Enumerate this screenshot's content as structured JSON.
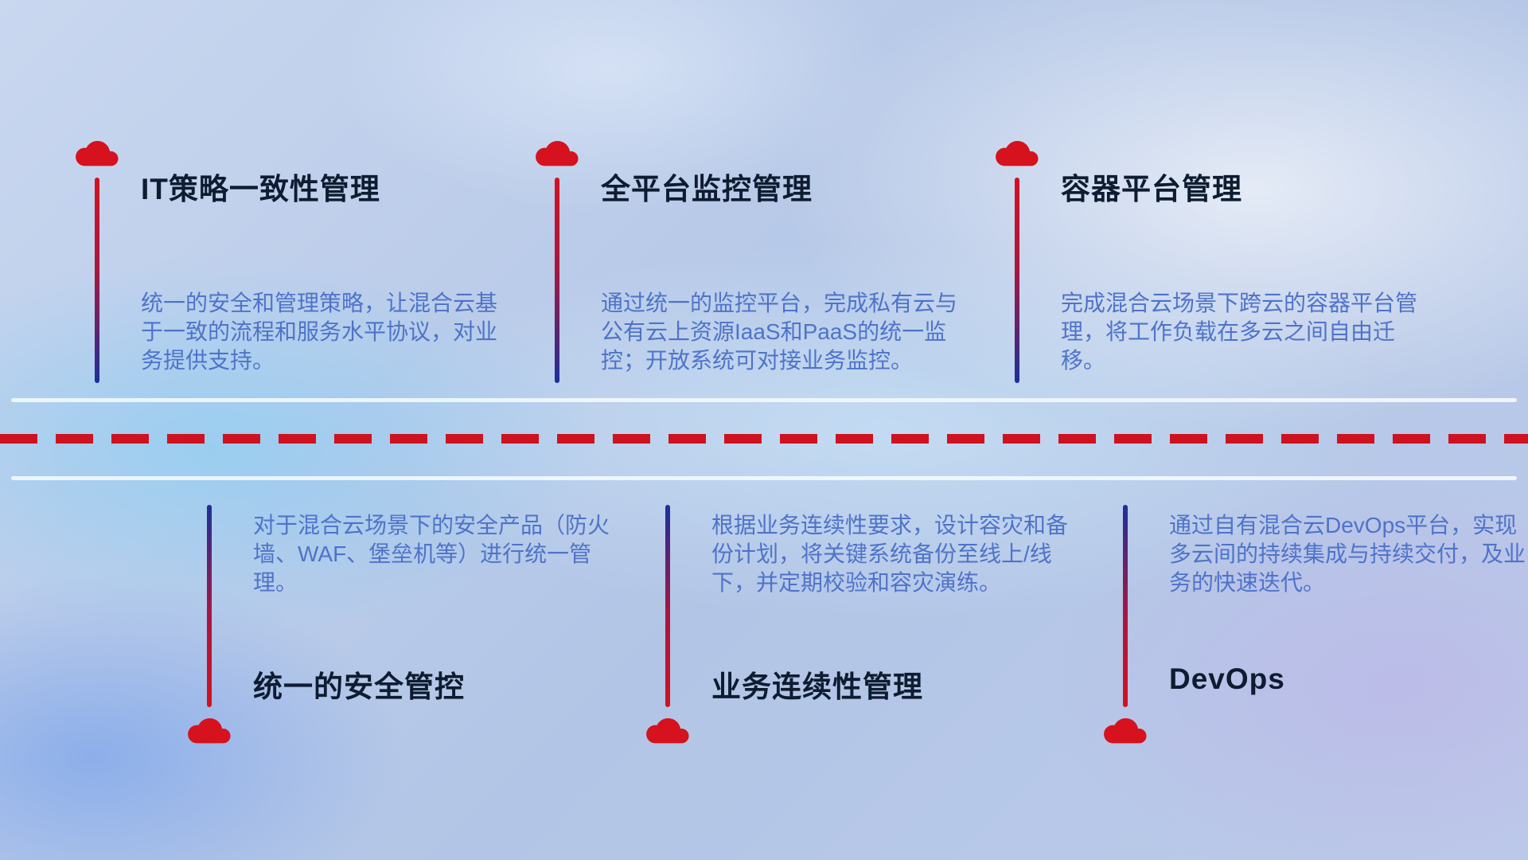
{
  "colors": {
    "cloud_red": "#d5121e",
    "dash_red": "#ce1220",
    "stem_blue": "#1d2f9b",
    "title_text": "#0e1c31",
    "description_text": "#4f73c9",
    "solid_line": "#f2f8fe"
  },
  "top_items": [
    {
      "title": "IT策略一致性管理",
      "description": "统一的安全和管理策略，让混合云基于一致的流程和服务水平协议，对业务提供支持。"
    },
    {
      "title": "全平台监控管理",
      "description": "通过统一的监控平台，完成私有云与公有云上资源IaaS和PaaS的统一监控；开放系统可对接业务监控。"
    },
    {
      "title": "容器平台管理",
      "description": "完成混合云场景下跨云的容器平台管理，将工作负载在多云之间自由迁移。"
    }
  ],
  "bottom_items": [
    {
      "title": "统一的安全管控",
      "description": "对于混合云场景下的安全产品（防火墙、WAF、堡垒机等）进行统一管理。"
    },
    {
      "title": "业务连续性管理",
      "description": "根据业务连续性要求，设计容灾和备份计划，将关键系统备份至线上/线下，并定期校验和容灾演练。"
    },
    {
      "title": "DevOps",
      "description": "通过自有混合云DevOps平台，实现多云间的持续集成与持续交付，及业务的快速迭代。"
    }
  ]
}
